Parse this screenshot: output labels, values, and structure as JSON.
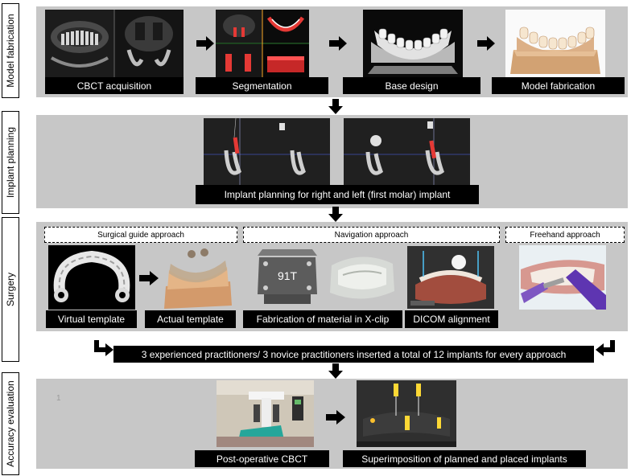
{
  "sections": {
    "model_fabrication": "Model fabrication",
    "implant_planning": "Implant planning",
    "surgery": "Surgery",
    "accuracy_evaluation": "Accuracy evaluation"
  },
  "model": {
    "captions": [
      "CBCT acquisition",
      "Segmentation",
      "Base design",
      "Model fabrication"
    ]
  },
  "planning": {
    "caption": "Implant planning for right and left (first molar) implant"
  },
  "surgery": {
    "approaches": [
      "Surgical guide approach",
      "Navigation approach",
      "Freehand approach"
    ],
    "captions": [
      "Virtual template",
      "Actual template",
      "Fabrication of material in X-clip",
      "DICOM alignment"
    ],
    "clip_label": "91T"
  },
  "summary": "3 experienced practitioners/ 3 novice practitioners inserted a total of 12 implants for every approach",
  "evaluation": {
    "page_number": "1",
    "captions": [
      "Post-operative CBCT",
      "Superimposition of planned and placed implants"
    ]
  },
  "colors": {
    "panel": "#c7c7c7",
    "caption_bg": "#000000",
    "caption_text": "#ffffff"
  }
}
